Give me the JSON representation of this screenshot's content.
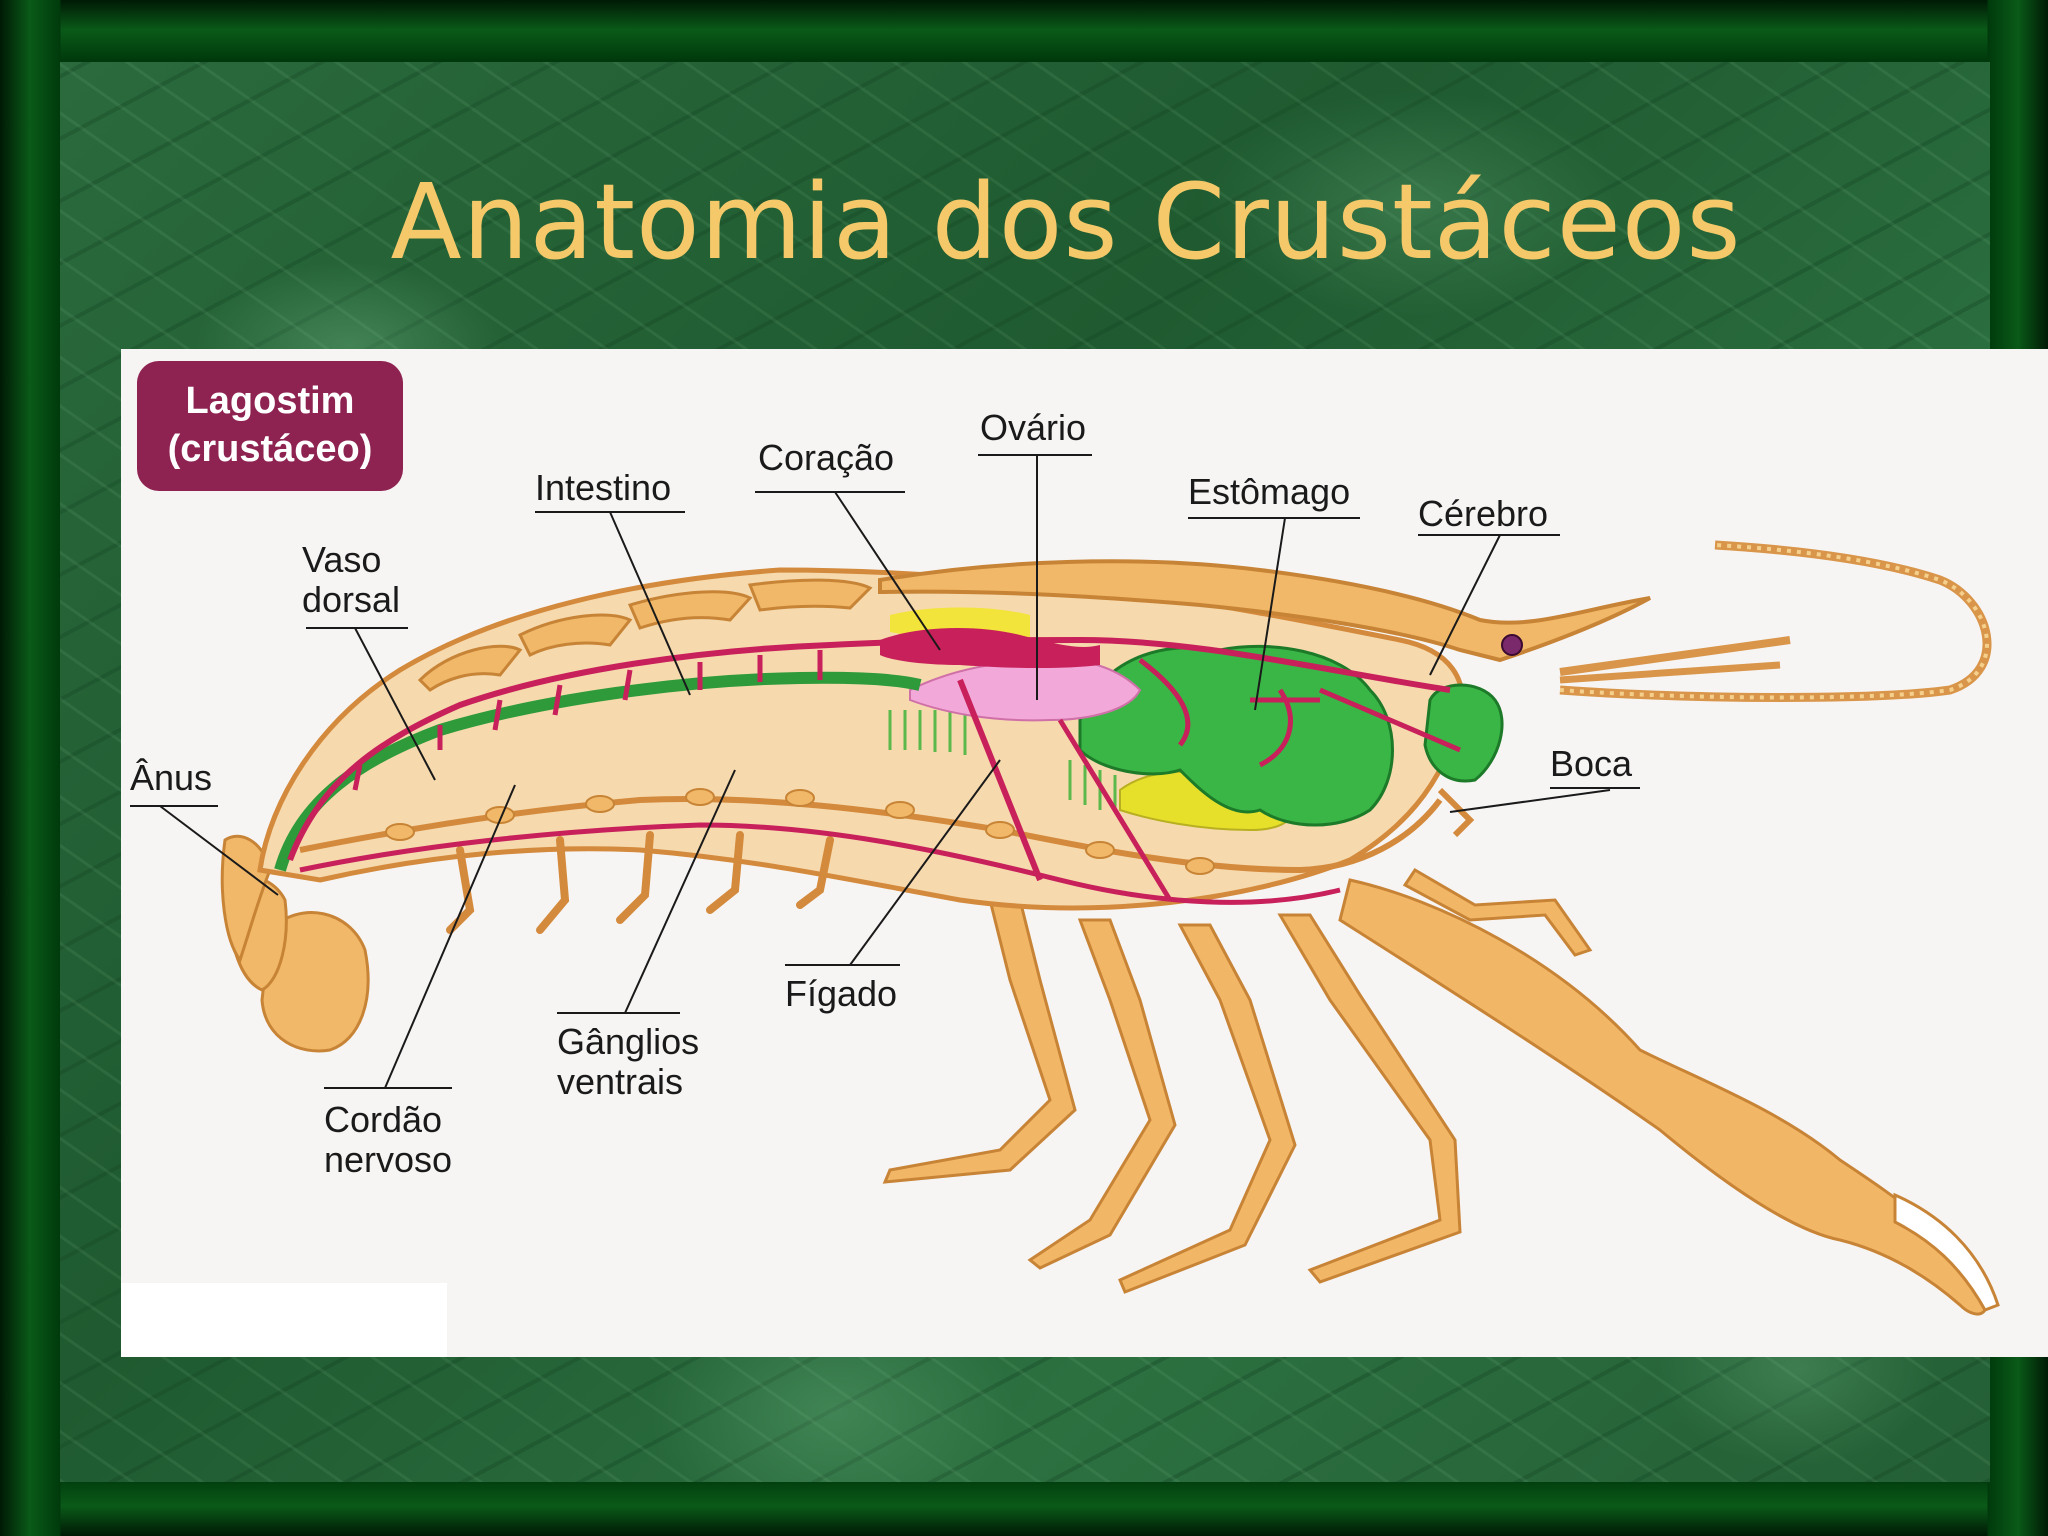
{
  "slide": {
    "title": "Anatomia dos Crustáceos"
  },
  "badge": {
    "line1": "Lagostim",
    "line2": "(crustáceo)"
  },
  "labels": {
    "vaso_dorsal": [
      "Vaso",
      "dorsal"
    ],
    "intestino": "Intestino",
    "coracao": "Coração",
    "ovario": "Ovário",
    "estomago": "Estômago",
    "cerebro": "Cérebro",
    "anus": "Ânus",
    "boca": "Boca",
    "figado": "Fígado",
    "ganglios_ventrais": [
      "Gânglios",
      "ventrais"
    ],
    "cordao_nervoso": [
      "Cordão",
      "nervoso"
    ]
  },
  "colors": {
    "title": "#f5c96a",
    "badge": "#8e2352",
    "shell": "#f0b868",
    "vessel": "#c8205a",
    "intestine": "#2e9a3a",
    "stomach": "#36b040",
    "ovary": "#f2a8d8",
    "liver": "#e6e02a"
  }
}
